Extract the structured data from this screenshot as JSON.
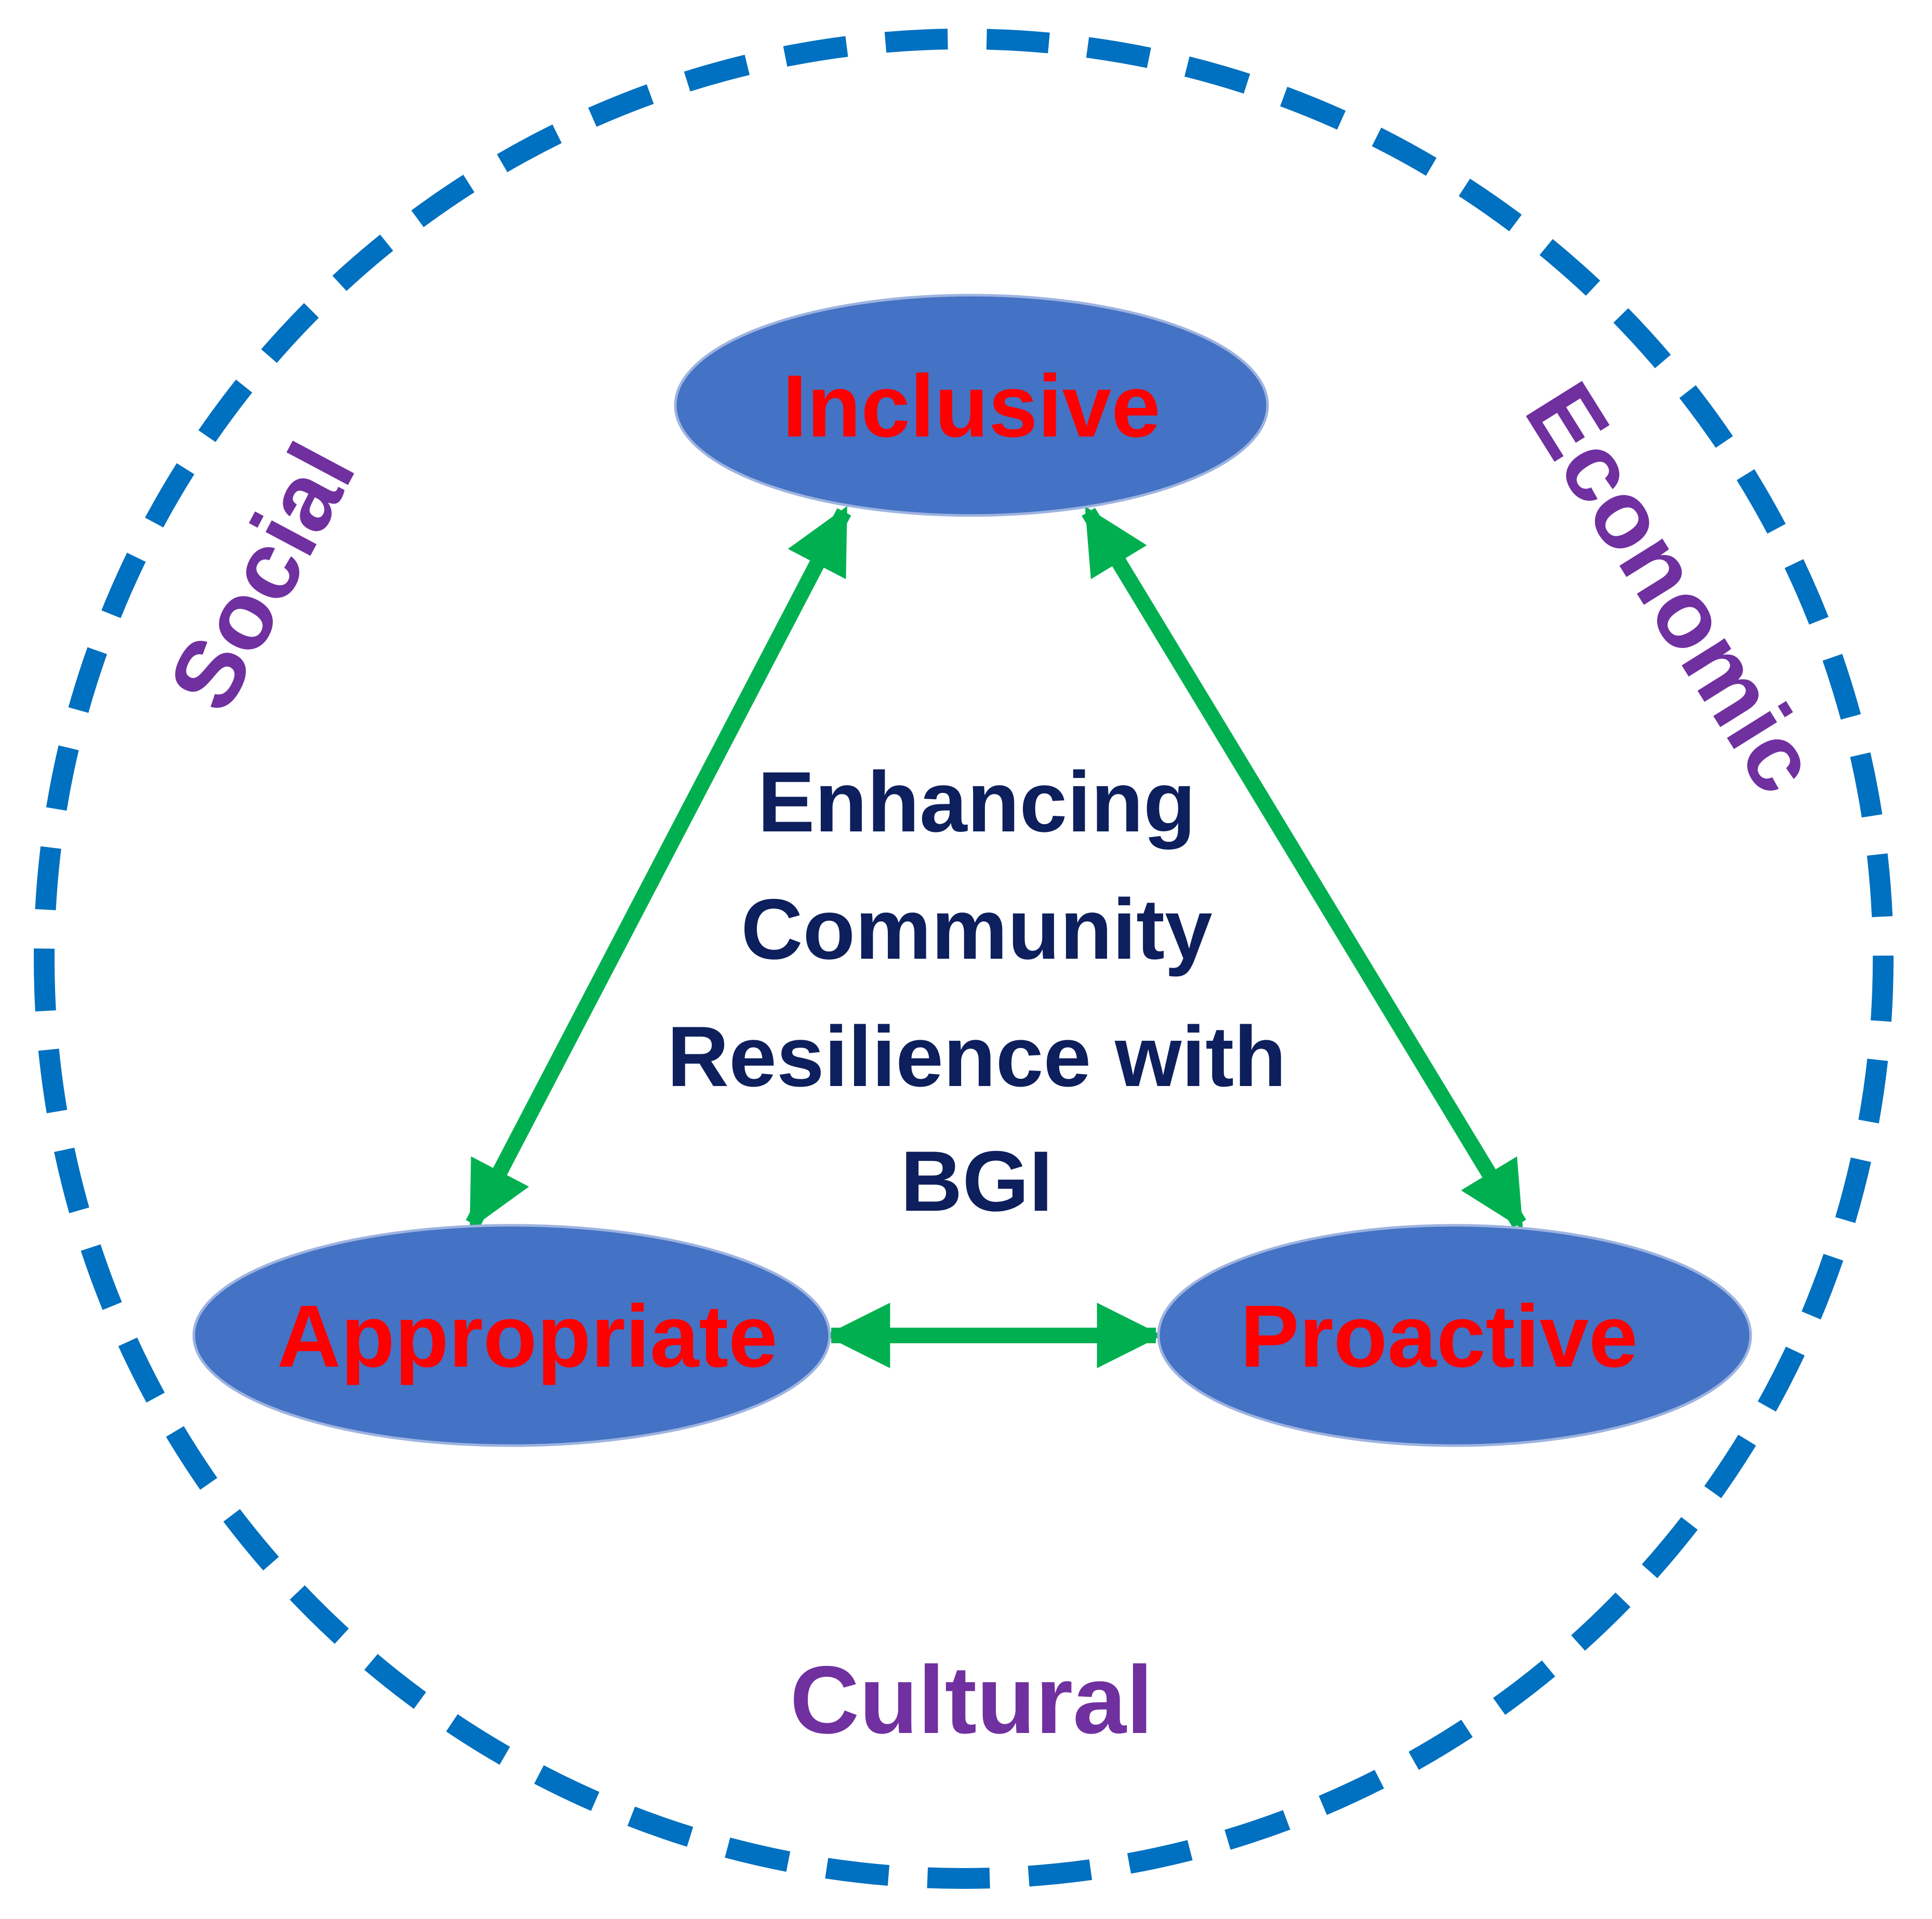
{
  "colors": {
    "boundary_circle": "#0070C0",
    "node_fill": "#4472C4",
    "node_stroke": "#9DB3E0",
    "node_text": "#FF0000",
    "arrow": "#00B050",
    "context_text": "#7030A0",
    "center_text": "#0D1F5C"
  },
  "nodes": {
    "inclusive": "Inclusive",
    "appropriate": "Appropriate",
    "proactive": "Proactive"
  },
  "contexts": {
    "social": "Social",
    "economic": "Economic",
    "cultural": "Cultural"
  },
  "center": {
    "line1": "Enhancing",
    "line2": "Community",
    "line3": "Resilience with",
    "line4": "BGI"
  }
}
